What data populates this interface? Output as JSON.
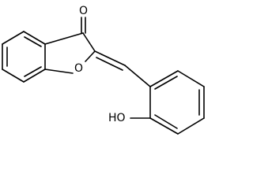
{
  "molecule": {
    "atoms": {
      "carbonyl_oxygen": "O",
      "ring_oxygen": "O",
      "hydroxyl": "HO"
    }
  }
}
